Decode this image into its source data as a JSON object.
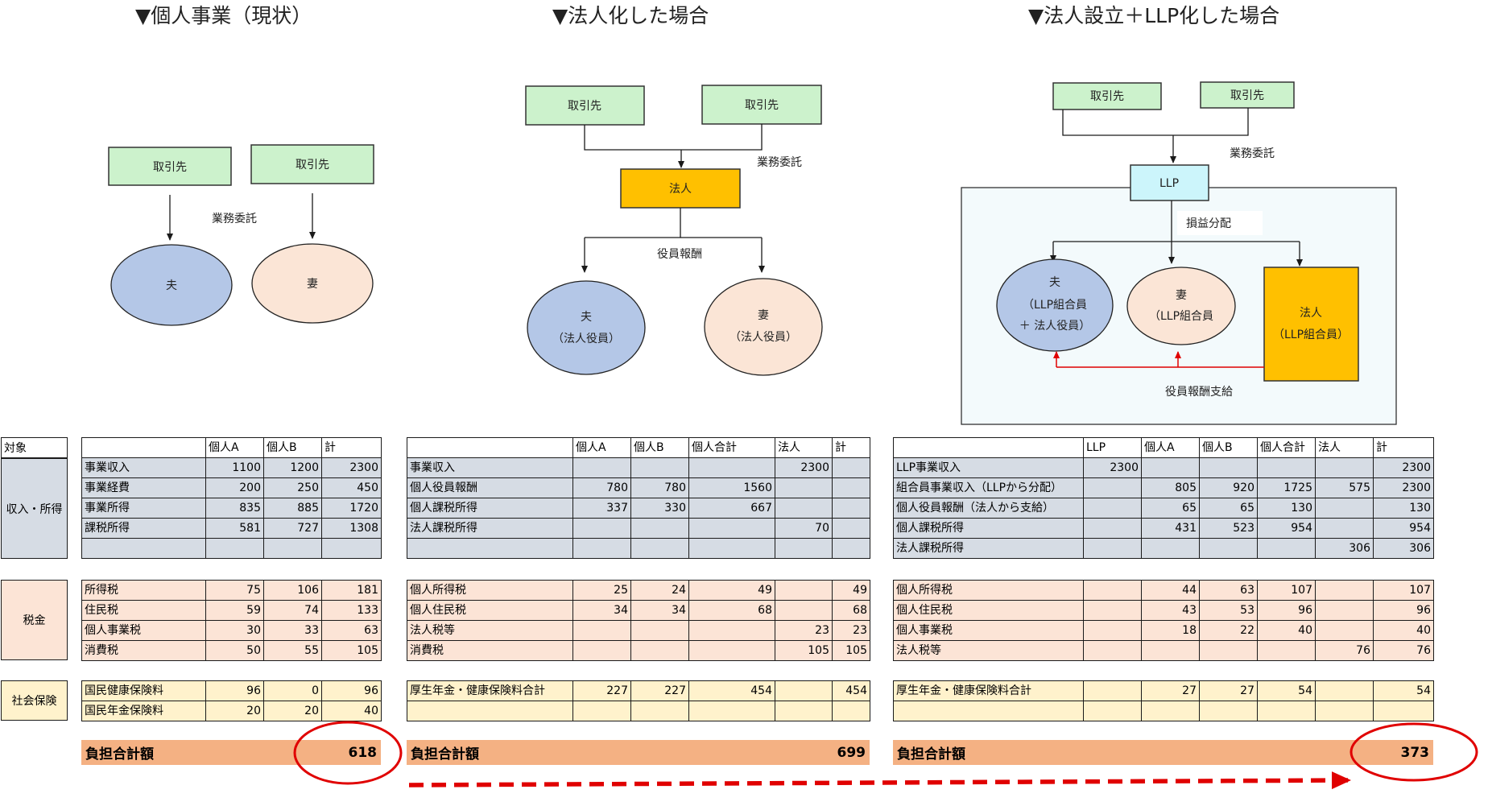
{
  "titles": {
    "sole": "▼個人事業（現状）",
    "corp": "▼法人化した場合",
    "llp": "▼法人設立＋LLP化した場合"
  },
  "diagrams": {
    "sole": {
      "client1": "取引先",
      "client2": "取引先",
      "outsource": "業務委託",
      "husband": "夫",
      "wife": "妻"
    },
    "corp": {
      "client1": "取引先",
      "client2": "取引先",
      "outsource": "業務委託",
      "corp": "法人",
      "salary": "役員報酬",
      "husband_1": "夫",
      "husband_2": "（法人役員）",
      "wife_1": "妻",
      "wife_2": "（法人役員）"
    },
    "llp": {
      "client1": "取引先",
      "client2": "取引先",
      "outsource": "業務委託",
      "llp": "LLP",
      "profit_dist": "損益分配",
      "husband_1": "夫",
      "husband_2": "（LLP組合員",
      "husband_3": "＋ 法人役員）",
      "wife_1": "妻",
      "wife_2": "（LLP組合員",
      "corp_1": "法人",
      "corp_2": "（LLP組合員）",
      "salary_pay": "役員報酬支給"
    }
  },
  "labels": {
    "target": "対象",
    "income": "収入・所得",
    "tax": "税金",
    "insurance": "社会保険"
  },
  "table_sole": {
    "headers": [
      "",
      "個人A",
      "個人B",
      "計"
    ],
    "income": [
      [
        "事業収入",
        "1100",
        "1200",
        "2300"
      ],
      [
        "事業経費",
        "200",
        "250",
        "450"
      ],
      [
        "事業所得",
        "835",
        "885",
        "1720"
      ],
      [
        "課税所得",
        "581",
        "727",
        "1308"
      ],
      [
        "",
        "",
        "",
        ""
      ]
    ],
    "tax": [
      [
        "所得税",
        "75",
        "106",
        "181"
      ],
      [
        "住民税",
        "59",
        "74",
        "133"
      ],
      [
        "個人事業税",
        "30",
        "33",
        "63"
      ],
      [
        "消費税",
        "50",
        "55",
        "105"
      ]
    ],
    "insurance": [
      [
        "国民健康保険料",
        "96",
        "0",
        "96"
      ],
      [
        "国民年金保険料",
        "20",
        "20",
        "40"
      ]
    ],
    "total_label": "負担合計額",
    "total_value": "618"
  },
  "table_corp": {
    "headers": [
      "",
      "個人A",
      "個人B",
      "個人合計",
      "法人",
      "計"
    ],
    "income": [
      [
        "事業収入",
        "",
        "",
        "",
        "2300",
        ""
      ],
      [
        "個人役員報酬",
        "780",
        "780",
        "1560",
        "",
        ""
      ],
      [
        "個人課税所得",
        "337",
        "330",
        "667",
        "",
        ""
      ],
      [
        "法人課税所得",
        "",
        "",
        "",
        "70",
        ""
      ],
      [
        "",
        "",
        "",
        "",
        "",
        ""
      ]
    ],
    "tax": [
      [
        "個人所得税",
        "25",
        "24",
        "49",
        "",
        "49"
      ],
      [
        "個人住民税",
        "34",
        "34",
        "68",
        "",
        "68"
      ],
      [
        "法人税等",
        "",
        "",
        "",
        "23",
        "23"
      ],
      [
        "消費税",
        "",
        "",
        "",
        "105",
        "105"
      ]
    ],
    "insurance": [
      [
        "厚生年金・健康保険料合計",
        "227",
        "227",
        "454",
        "",
        "454"
      ],
      [
        "",
        "",
        "",
        "",
        "",
        ""
      ]
    ],
    "total_label": "負担合計額",
    "total_value": "699"
  },
  "table_llp": {
    "headers": [
      "",
      "LLP",
      "個人A",
      "個人B",
      "個人合計",
      "法人",
      "計"
    ],
    "income": [
      [
        "LLP事業収入",
        "2300",
        "",
        "",
        "",
        "",
        "2300"
      ],
      [
        "組合員事業収入（LLPから分配）",
        "",
        "805",
        "920",
        "1725",
        "575",
        "2300"
      ],
      [
        "個人役員報酬（法人から支給）",
        "",
        "65",
        "65",
        "130",
        "",
        "130"
      ],
      [
        "個人課税所得",
        "",
        "431",
        "523",
        "954",
        "",
        "954"
      ],
      [
        "法人課税所得",
        "",
        "",
        "",
        "",
        "306",
        "306"
      ]
    ],
    "tax": [
      [
        "個人所得税",
        "",
        "44",
        "63",
        "107",
        "",
        "107"
      ],
      [
        "個人住民税",
        "",
        "43",
        "53",
        "96",
        "",
        "96"
      ],
      [
        "個人事業税",
        "",
        "18",
        "22",
        "40",
        "",
        "40"
      ],
      [
        "法人税等",
        "",
        "",
        "",
        "",
        "76",
        "76"
      ]
    ],
    "insurance": [
      [
        "厚生年金・健康保険料合計",
        "",
        "27",
        "27",
        "54",
        "",
        "54"
      ],
      [
        "",
        "",
        "",
        "",
        "",
        "",
        ""
      ]
    ],
    "total_label": "負担合計額",
    "total_value": "373"
  },
  "colors": {
    "client_fill": "#ccf2cc",
    "corp_fill": "#ffc000",
    "llp_fill": "#ccf5fb",
    "llp_panel": "#f3fafc",
    "husband_fill": "#b4c7e7",
    "wife_fill": "#fbe5d6",
    "income_fill": "#d6dce4",
    "tax_fill": "#fce4d6",
    "insurance_fill": "#fff2cc",
    "total_fill": "#f4b183",
    "highlight": "#e00000"
  }
}
